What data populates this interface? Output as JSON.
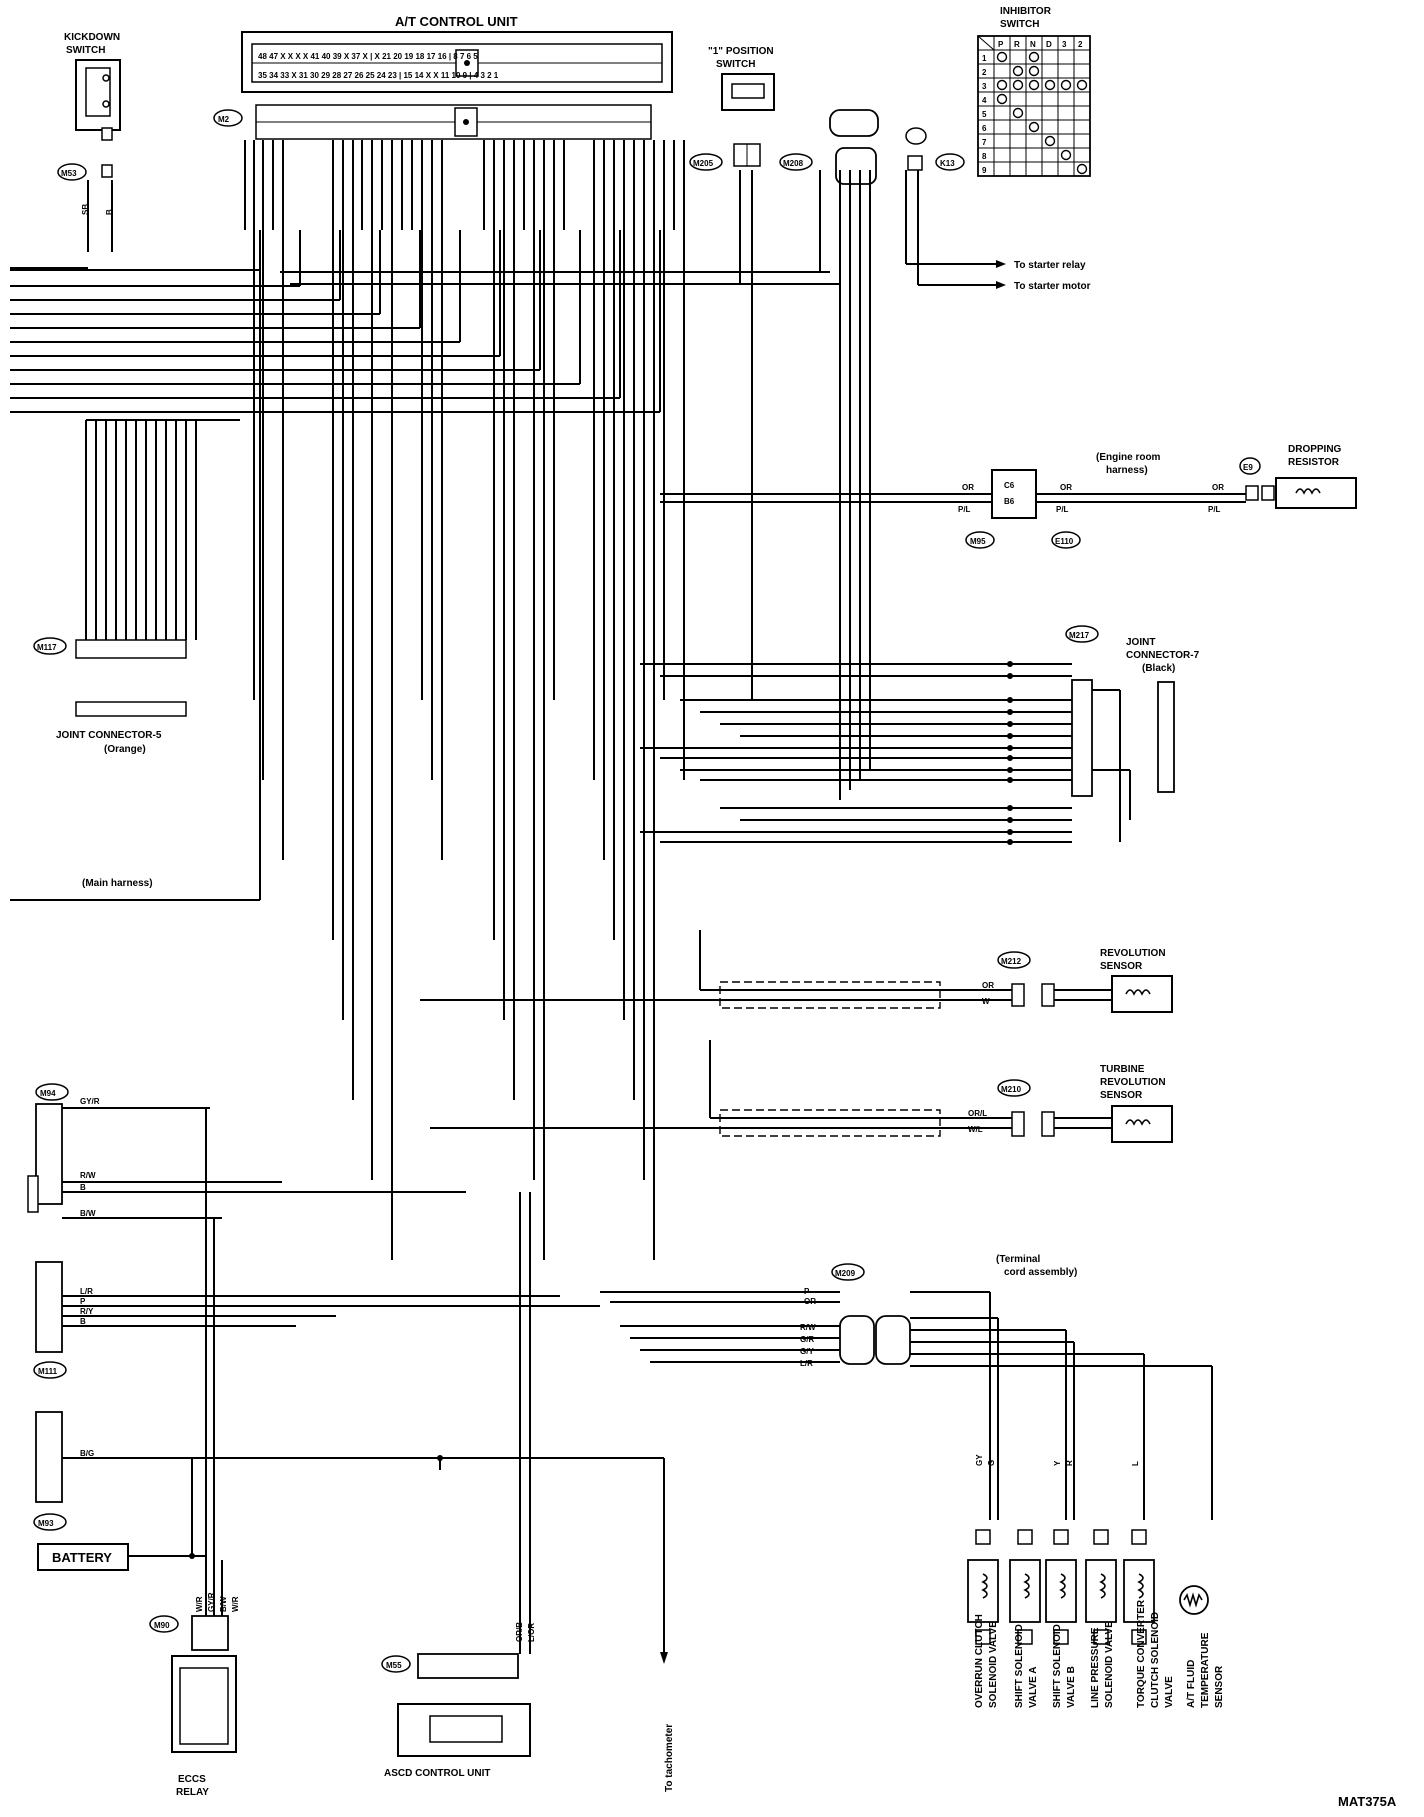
{
  "components": {
    "at_control_unit": "A/T CONTROL UNIT",
    "kickdown_switch": [
      "KICKDOWN",
      "SWITCH"
    ],
    "position_switch": [
      "\"1\" POSITION",
      "SWITCH"
    ],
    "inhibitor_switch": [
      "INHIBITOR",
      "SWITCH"
    ],
    "dropping_resistor": [
      "DROPPING",
      "RESISTOR"
    ],
    "joint_connector_7": [
      "JOINT",
      "CONNECTOR-7",
      "(Black)"
    ],
    "joint_connector_5": [
      "JOINT CONNECTOR-5",
      "(Orange)"
    ],
    "revolution_sensor": [
      "REVOLUTION",
      "SENSOR"
    ],
    "turbine_sensor": [
      "TURBINE",
      "REVOLUTION",
      "SENSOR"
    ],
    "battery": "BATTERY",
    "eccs_relay": [
      "ECCS",
      "RELAY"
    ],
    "ascd_control_unit": "ASCD CONTROL UNIT",
    "overrun_clutch": [
      "OVERRUN CLUTCH",
      "SOLENOID VALVE"
    ],
    "shift_sol_a": [
      "SHIFT SOLENOID",
      "VALVE A"
    ],
    "shift_sol_b": [
      "SHIFT SOLENOID",
      "VALVE B"
    ],
    "line_pressure": [
      "LINE PRESSURE",
      "SOLENOID VALVE"
    ],
    "torque_converter": [
      "TORQUE CONVERTER",
      "CLUTCH SOLENOID",
      "VALVE"
    ],
    "atf_temp": [
      "A/T FLUID",
      "TEMPERATURE",
      "SENSOR"
    ]
  },
  "notes": {
    "starter_relay": "To starter relay",
    "starter_motor": "To starter motor",
    "engine_room": [
      "(Engine room",
      "harness)"
    ],
    "main_harness": "(Main harness)",
    "terminal_cord": [
      "(Terminal",
      "cord assembly)"
    ],
    "tachometer": "To tachometer",
    "diagram_id": "MAT375A"
  },
  "connectors": {
    "m2": "M2",
    "m53": "M53",
    "m205": "M205",
    "m208": "M208",
    "k13": "K13",
    "m95": "M95",
    "e110": "E110",
    "e9": "E9",
    "m117": "M117",
    "m217": "M217",
    "m212": "M212",
    "m210": "M210",
    "m94": "M94",
    "m111": "M111",
    "m93": "M93",
    "m209": "M209",
    "m90": "M90",
    "m55": "M55"
  },
  "terminals": {
    "unit_top_row": "48 47 X X X X 41 40 39 X 37 X | X 21 20 19 18 17 16 | 8 7 6 5",
    "unit_bottom_row": "35 34 33 X 31 30 29 28 27 26 25 24 23 | 15 14 X X 11 10 9 | 4 3 2 1"
  },
  "inhibitor_table": {
    "header": [
      "",
      "P",
      "R",
      "N",
      "D",
      "3",
      "2"
    ],
    "rows": [
      "1",
      "2",
      "3",
      "4",
      "5",
      "6",
      "7",
      "8",
      "9"
    ]
  },
  "wire_colors": {
    "kickdown": [
      "SB",
      "B"
    ],
    "dropping": [
      "OR",
      "P/L"
    ],
    "revolution": [
      "OR",
      "W"
    ],
    "turbine": [
      "OR/L",
      "W/L"
    ],
    "m94": [
      "GY/R",
      "R/W",
      "B",
      "B/W"
    ],
    "m111": [
      "L/R",
      "P",
      "R/Y",
      "B"
    ],
    "m93": "B/G",
    "m90": [
      "W/R",
      "GY/R",
      "B/W",
      "W/R"
    ],
    "m55": [
      "OR/B",
      "L/OR"
    ],
    "solenoid_top": [
      "GY",
      "G",
      "Y",
      "R",
      "L"
    ],
    "m209_left": [
      "P",
      "OR",
      "R/W",
      "G/R",
      "G/Y",
      "L/R"
    ]
  }
}
